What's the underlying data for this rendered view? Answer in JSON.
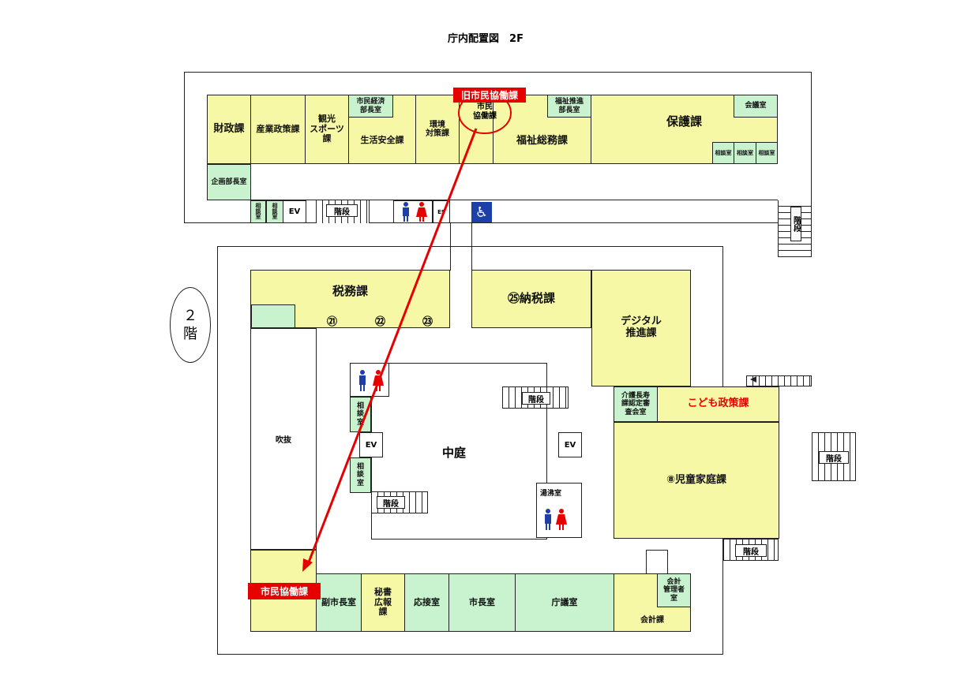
{
  "title": "庁内配置図　2F",
  "floor_badge": "２\n階",
  "callouts": {
    "old": "旧市民協働課",
    "new": "市民協働課"
  },
  "rooms": {
    "zaisei": "財政課",
    "sangyo": "産業政策課",
    "kanko": "観光\nスポーツ\n課",
    "shimin_keizai": "市民経済\n部長室",
    "seikatsu": "生活安全課",
    "kankyo": "環境\n対策課",
    "shimin_kyodo_old": "市民\n協働課",
    "fukushi_bucho": "福祉推進\n部長室",
    "fukushi_somu": "福祉総務課",
    "hogo": "保護課",
    "kaigi1": "会議室",
    "sodan_a": "相談室",
    "sodan_b": "相談室",
    "sodan_c": "相談室",
    "kikaku": "企画部長室",
    "sodan_top1": "相\n談\n室",
    "sodan_top2": "相\n談\n室",
    "ev": "EV",
    "stairs": "階段",
    "zeimu": "税務課",
    "w21": "㉑",
    "w22": "㉒",
    "w23": "㉓",
    "nozei": "㉕納税課",
    "digital": "デジタル\n推進課",
    "kaigo": "介護長寿\n課認定審\n査会室",
    "kodomo": "こども政策課",
    "jido": "⑧児童家庭課",
    "fukinuke": "吹抜",
    "nakaniwa": "中庭",
    "yuwakashi": "湯沸室",
    "fukushicho": "副市長室",
    "hisho": "秘書\n広報\n課",
    "osetsu": "応接室",
    "shicho": "市長室",
    "chogi": "庁議室",
    "kaikei_kanri": "会計\n管理者\n室",
    "kaikei": "会計課",
    "mini": "ES"
  }
}
